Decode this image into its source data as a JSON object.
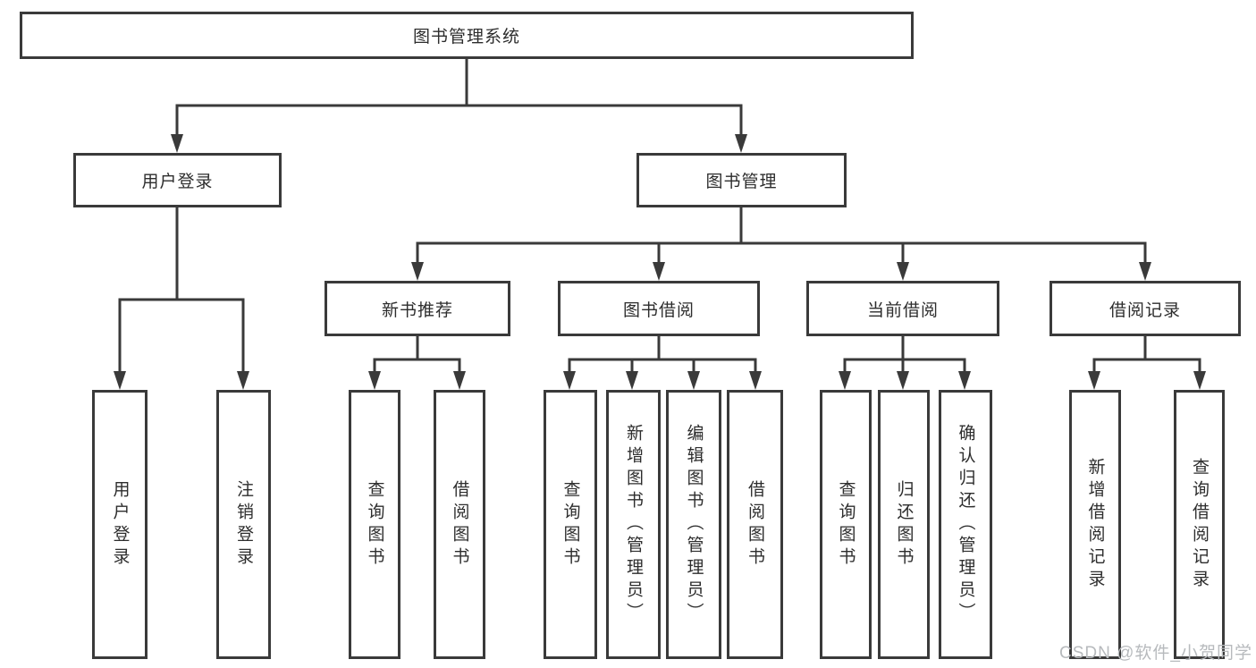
{
  "diagram": {
    "title": "图书管理系统",
    "type": "hierarchy-tree",
    "nodes": {
      "root": {
        "label": "图书管理系统"
      },
      "user_login": {
        "label": "用户登录"
      },
      "book_mgmt": {
        "label": "图书管理"
      },
      "new_book_rec": {
        "label": "新书推荐"
      },
      "book_borrow": {
        "label": "图书借阅"
      },
      "current_borrow": {
        "label": "当前借阅"
      },
      "borrow_records": {
        "label": "借阅记录"
      },
      "leaf_user_login": {
        "label": "用户登录"
      },
      "leaf_logout": {
        "label": "注销登录"
      },
      "leaf_query_book_1": {
        "label": "查询图书"
      },
      "leaf_borrow_book_1": {
        "label": "借阅图书"
      },
      "leaf_query_book_2": {
        "label": "查询图书"
      },
      "leaf_add_book": {
        "label": "新增图书（管理员）"
      },
      "leaf_edit_book": {
        "label": "编辑图书（管理员）"
      },
      "leaf_borrow_book_2": {
        "label": "借阅图书"
      },
      "leaf_query_book_3": {
        "label": "查询图书"
      },
      "leaf_return_book": {
        "label": "归还图书"
      },
      "leaf_confirm_return": {
        "label": "确认归还（管理员）"
      },
      "leaf_add_record": {
        "label": "新增借阅记录"
      },
      "leaf_query_record": {
        "label": "查询借阅记录"
      }
    },
    "edges": [
      [
        "图书管理系统",
        "用户登录"
      ],
      [
        "图书管理系统",
        "图书管理"
      ],
      [
        "用户登录",
        "用户登录(叶)"
      ],
      [
        "用户登录",
        "注销登录"
      ],
      [
        "图书管理",
        "新书推荐"
      ],
      [
        "图书管理",
        "图书借阅"
      ],
      [
        "图书管理",
        "当前借阅"
      ],
      [
        "图书管理",
        "借阅记录"
      ],
      [
        "新书推荐",
        "查询图书"
      ],
      [
        "新书推荐",
        "借阅图书"
      ],
      [
        "图书借阅",
        "查询图书"
      ],
      [
        "图书借阅",
        "新增图书（管理员）"
      ],
      [
        "图书借阅",
        "编辑图书（管理员）"
      ],
      [
        "图书借阅",
        "借阅图书"
      ],
      [
        "当前借阅",
        "查询图书"
      ],
      [
        "当前借阅",
        "归还图书"
      ],
      [
        "当前借阅",
        "确认归还（管理员）"
      ],
      [
        "借阅记录",
        "新增借阅记录"
      ],
      [
        "借阅记录",
        "查询借阅记录"
      ]
    ],
    "colors": {
      "line": "#3a3a3a",
      "text": "#2d2d2d",
      "box_bg": "#ffffff",
      "watermark": "#b7babd"
    },
    "watermark": "CSDN @软件_小贺同学"
  }
}
